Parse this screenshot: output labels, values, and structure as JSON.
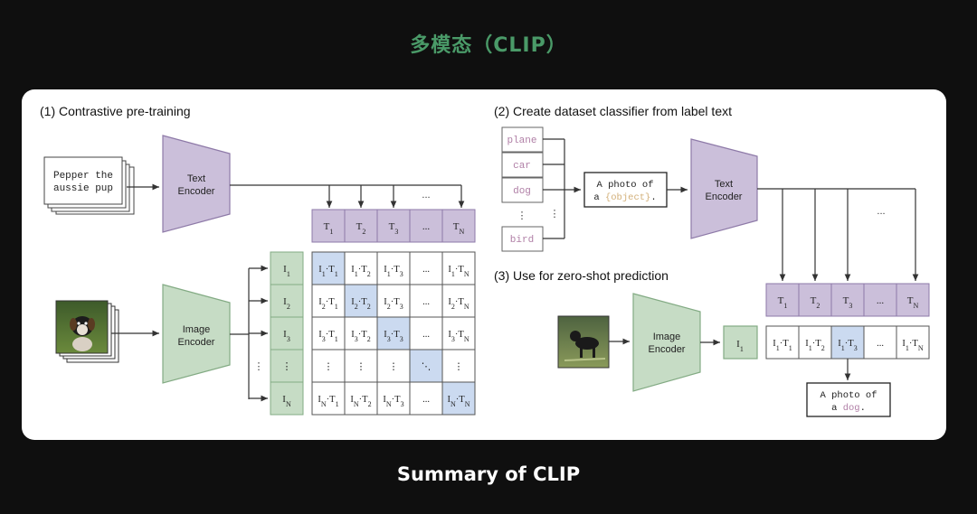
{
  "title": "多模态（CLIP）",
  "caption": "Summary of CLIP",
  "colors": {
    "title": "#4a9a68",
    "caption": "#ffffff",
    "encoder_text_fill": "#cbbfda",
    "encoder_text_stroke": "#8e7aa8",
    "encoder_image_fill": "#c6dcc5",
    "encoder_image_stroke": "#83ab84",
    "diag_cell": "#cbdaf0",
    "label_pink": "#b07fa6",
    "object_tan": "#d3b07a"
  },
  "section1": {
    "heading": "(1) Contrastive pre-training",
    "text_input": [
      "Pepper the",
      "aussie pup"
    ],
    "text_encoder": [
      "Text",
      "Encoder"
    ],
    "image_encoder": [
      "Image",
      "Encoder"
    ],
    "dots": "...",
    "t_labels": [
      "T1",
      "T2",
      "T3",
      "...",
      "TN"
    ],
    "i_labels": [
      "I1",
      "I2",
      "I3",
      "⋮",
      "IN"
    ],
    "row_dots": "⋮",
    "matrix": [
      [
        "I1·T1",
        "I1·T2",
        "I1·T3",
        "...",
        "I1·TN"
      ],
      [
        "I2·T1",
        "I2·T2",
        "I2·T3",
        "...",
        "I2·TN"
      ],
      [
        "I3·T1",
        "I3·T2",
        "I3·T3",
        "...",
        "I3·TN"
      ],
      [
        "⋮",
        "⋮",
        "⋮",
        "⋱",
        "⋮"
      ],
      [
        "IN·T1",
        "IN·T2",
        "IN·T3",
        "...",
        "IN·TN"
      ]
    ]
  },
  "section2": {
    "heading": "(2) Create dataset classifier from label text",
    "labels": [
      "plane",
      "car",
      "dog",
      "⋮",
      "bird"
    ],
    "label_dots": "⋮",
    "prompt": [
      "A photo of",
      "a {object}."
    ],
    "text_encoder": [
      "Text",
      "Encoder"
    ],
    "dots": "...",
    "t_labels": [
      "T1",
      "T2",
      "T3",
      "...",
      "TN"
    ]
  },
  "section3": {
    "heading": "(3) Use for zero-shot prediction",
    "image_encoder": [
      "Image",
      "Encoder"
    ],
    "i_label": "I1",
    "row": [
      "I1·T1",
      "I1·T2",
      "I1·T3",
      "...",
      "I1·TN"
    ],
    "result": [
      "A photo of",
      "a dog."
    ]
  }
}
